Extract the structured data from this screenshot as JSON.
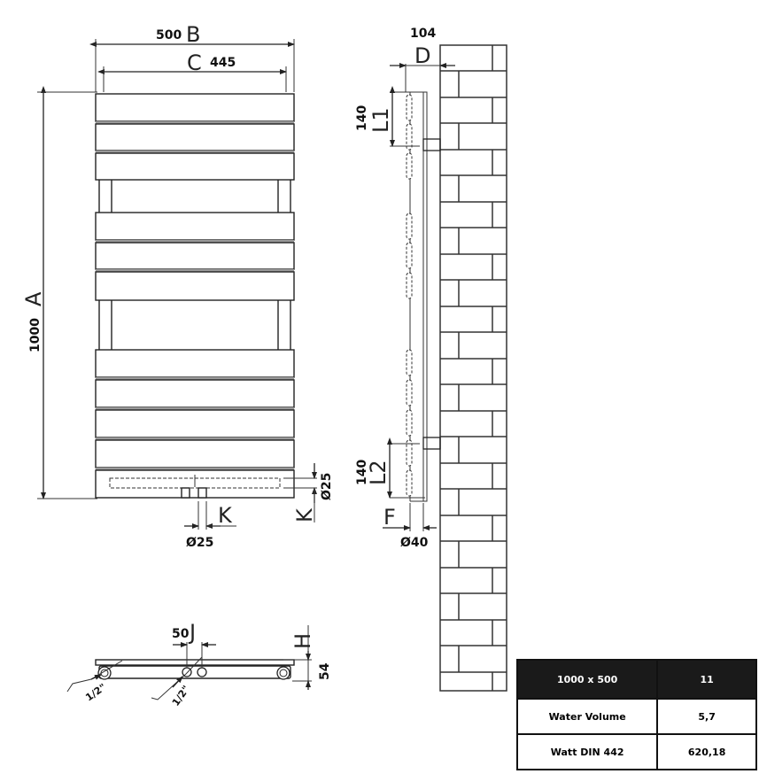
{
  "front_view": {
    "width_value": "500",
    "width_letter": "B",
    "centers_value": "445",
    "centers_letter": "C",
    "height_value": "1000",
    "height_letter": "A",
    "bottom_pipe_diameter": "Ø25",
    "inlet_diameter": "Ø25",
    "inlet_letter": "K",
    "side_letter": "K"
  },
  "side_view": {
    "depth_value": "104",
    "depth_letter": "D",
    "bracket_top_value": "140",
    "bracket_top_letter": "L1",
    "bracket_bottom_value": "140",
    "bracket_bottom_letter": "L2",
    "tube_letter": "F",
    "tube_diameter": "Ø40"
  },
  "bottom_view": {
    "spacing_value": "50",
    "spacing_letter": "J",
    "depth_value": "54",
    "depth_letter": "H",
    "thread_left": "1/2\"",
    "thread_right": "1/2\""
  },
  "spec_table": {
    "header": {
      "size": "1000 x 500",
      "value": "11"
    },
    "rows": [
      {
        "label": "Water Volume",
        "value": "5,7"
      },
      {
        "label": "Watt DIN 442",
        "value": "620,18"
      }
    ]
  }
}
